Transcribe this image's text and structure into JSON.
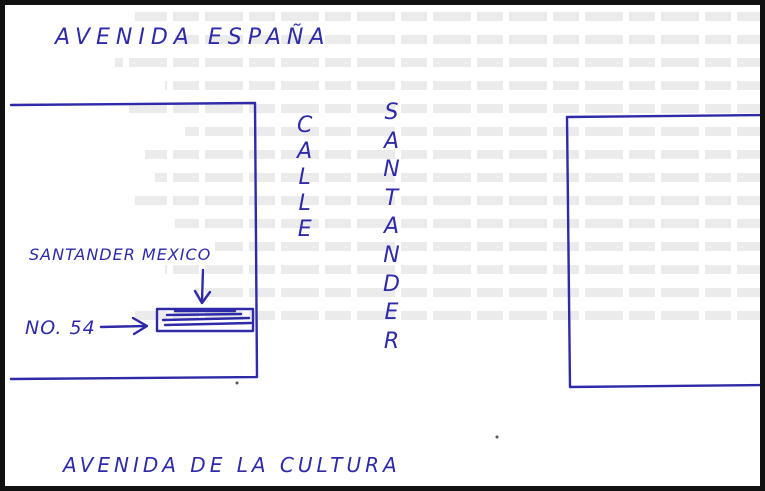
{
  "streets": {
    "top": "AVENIDA ESPAÑA",
    "bottom": "AVENIDA DE LA CULTURA",
    "vertical_left": "CALLE",
    "vertical_right": "SANTANDER"
  },
  "labels": {
    "bank": "SANTANDER MEXICO",
    "number": "NO. 54",
    "arrow_right": "→"
  },
  "colors": {
    "ink": "#2e2aa8",
    "paper": "#ffffff",
    "border": "#111111",
    "bleed_text": "#d4d4d4"
  },
  "icons": {
    "arrow_down": "arrow-down-icon",
    "arrow_right": "arrow-right-icon",
    "building_marker": "hatched-marker-icon"
  }
}
